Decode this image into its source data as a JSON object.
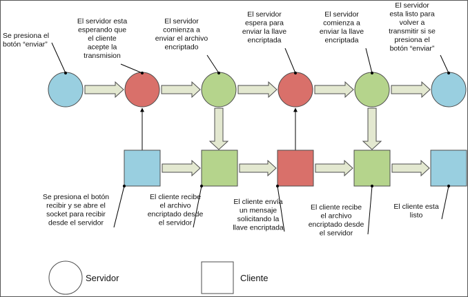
{
  "colors": {
    "blue": "#99cfe0",
    "red": "#d9706a",
    "green": "#b5d48c",
    "arrow_fill": "#e3e8d0",
    "stroke": "#4b4b4b"
  },
  "top_labels": [
    [
      "Se presiona el",
      "botón “enviar”"
    ],
    [
      "El servidor esta",
      "esperando que",
      "el cliente",
      "acepte la",
      "transmision"
    ],
    [
      "El servidor",
      "comienza a",
      "enviar  el archivo",
      "encriptado"
    ],
    [
      "El servidor",
      "espera para",
      "enviar la llave",
      "encriptada"
    ],
    [
      "El servidor",
      "comienza a",
      "enviar la llave",
      "encriptada"
    ],
    [
      "El servidor",
      "esta listo para",
      "volver a",
      "transmitir si se",
      "presiona el",
      "botón “enviar”"
    ]
  ],
  "bottom_labels": [
    [
      "Se presiona el botón",
      "recibir y se  abre el",
      "socket para recibir",
      "desde el servidor"
    ],
    [
      "El cliente recibe",
      "el archivo",
      "encriptado desde",
      "el servidor"
    ],
    [
      "El cliente envía",
      "un mensaje",
      "solicitando la",
      "llave encriptada"
    ],
    [
      "El cliente recibe",
      "el archivo",
      "encriptado desde",
      "el servidor"
    ],
    [
      "El cliente esta",
      "listo"
    ]
  ],
  "legend": {
    "server": "Servidor",
    "client": "Cliente"
  }
}
